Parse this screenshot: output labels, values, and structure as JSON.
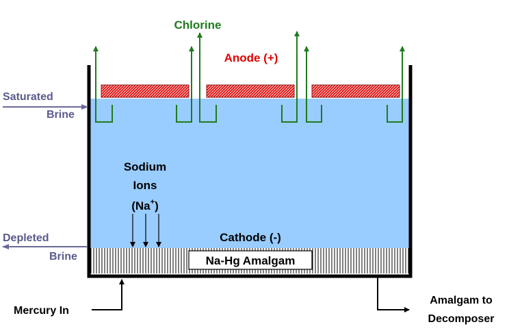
{
  "labels": {
    "chlorine": "Chlorine",
    "anode": "Anode (+)",
    "saturated": "Saturated",
    "brine_in": "Brine",
    "sodium": "Sodium",
    "ions": "Ions",
    "na_prefix": "(Na",
    "na_sup": "+",
    "na_suffix": ")",
    "cathode": "Cathode (-)",
    "depleted": "Depleted",
    "brine_out": "Brine",
    "amalgam": "Na-Hg Amalgam",
    "mercury_in": "Mercury In",
    "amalgam_to": "Amalgam to",
    "decomposer": "Decomposer"
  },
  "colors": {
    "chlorine": "#1e7a1e",
    "anode_text": "#e00000",
    "anode_fill": "#e01818",
    "brine": "#99ccff",
    "brine_arrows": "#6a6a99",
    "brine_text": "#5a5a8c",
    "black": "#000000"
  },
  "counts": {
    "anodes": 3,
    "chlorine_outlets": 6,
    "ion_arrows": 3
  }
}
